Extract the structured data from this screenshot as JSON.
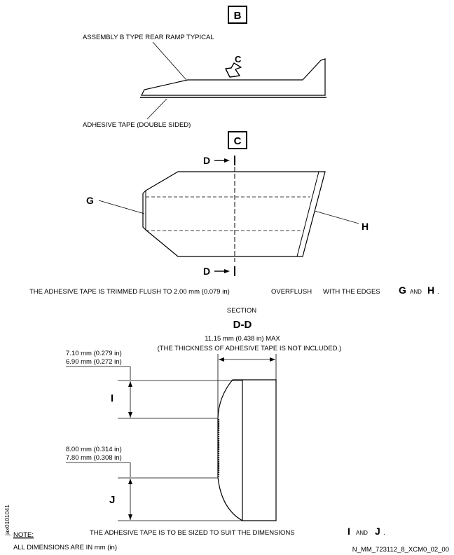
{
  "view_b": {
    "tag": "B",
    "assembly_label": "ASSEMBLY B TYPE REAR RAMP TYPICAL",
    "view_arrow_letter": "C",
    "tape_label": "ADHESIVE TAPE (DOUBLE SIDED)"
  },
  "view_c": {
    "tag": "C",
    "section_cut_label": "D",
    "edge_g": "G",
    "edge_h": "H",
    "note_part1": "THE ADHESIVE TAPE IS TRIMMED FLUSH TO 2.00 mm (0.079 in)",
    "note_part2": "OVERFLUSH",
    "note_part3": "WITH THE EDGES",
    "note_g": "G",
    "note_and": "AND",
    "note_h": "H",
    "note_end": "."
  },
  "section_dd": {
    "section_word": "SECTION",
    "section_name": "D-D",
    "max_dim": "11.15 mm (0.438 in) MAX",
    "max_note": "(THE THICKNESS OF ADHESIVE TAPE IS NOT INCLUDED.)",
    "i_dim_max": "7.10 mm (0.279 in)",
    "i_dim_min": "6.90 mm (0.272 in)",
    "i_label": "I",
    "j_dim_max": "8.00 mm (0.314 in)",
    "j_dim_min": "7.80 mm (0.308 in)",
    "j_label": "J",
    "note_part1": "THE ADHESIVE TAPE IS TO BE SIZED TO SUIT THE DIMENSIONS",
    "note_i": "I",
    "note_and": "AND",
    "note_j": "J",
    "note_end": "."
  },
  "footer": {
    "side_code": "jax0101041",
    "note_heading": "NOTE:",
    "note_text": "ALL DIMENSIONS ARE IN mm (in)",
    "figure_id": "N_MM_723112_8_XCM0_02_00"
  }
}
